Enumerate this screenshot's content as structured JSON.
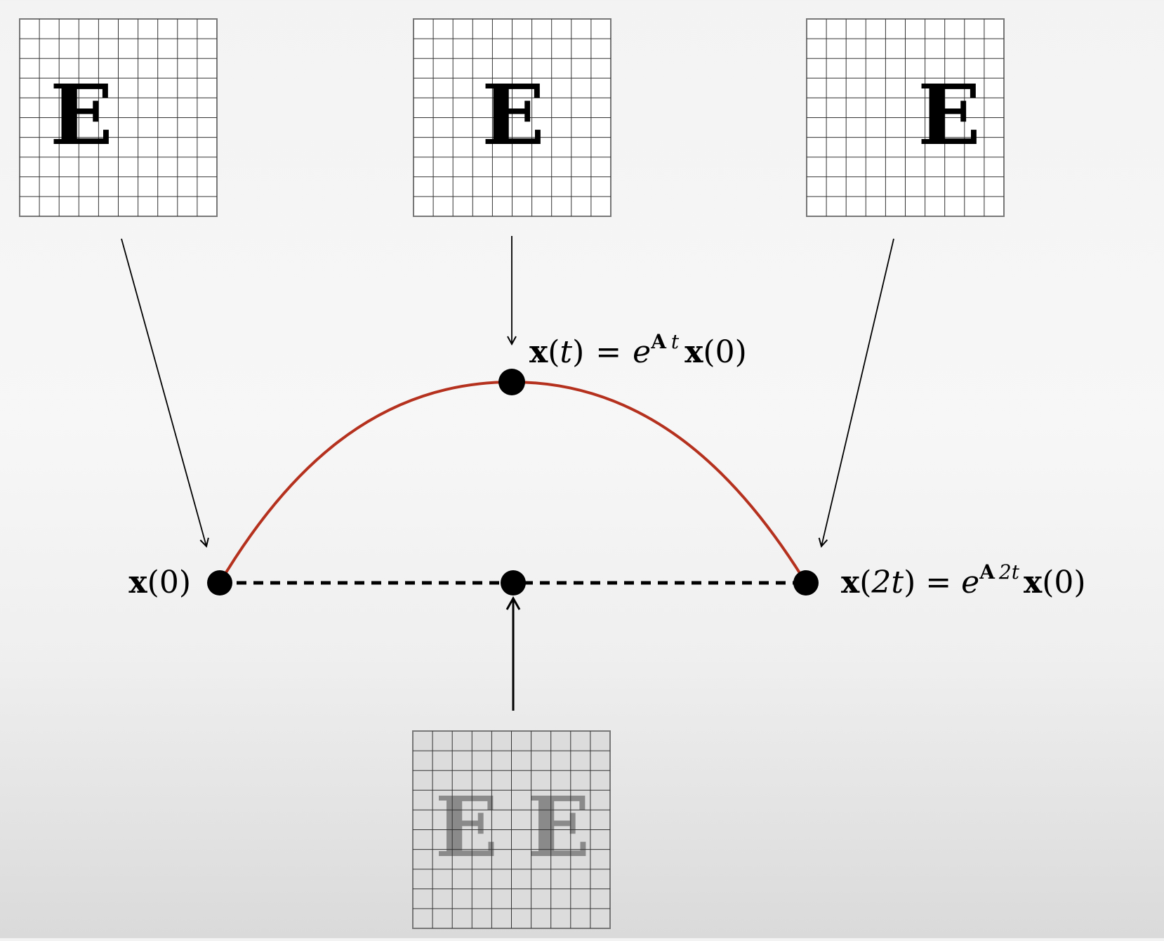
{
  "panels": [
    {
      "id": "left",
      "letter": "E",
      "faded": false
    },
    {
      "id": "middle",
      "letter": "E",
      "faded": false
    },
    {
      "id": "right",
      "letter": "E",
      "faded": false
    },
    {
      "id": "bottom",
      "letter": "E E",
      "faded": true
    }
  ],
  "labels": {
    "x0": {
      "var": "x",
      "open": "(",
      "arg": "0",
      "close": ")"
    },
    "xt": {
      "lhs_var": "x",
      "lhs_open": "(",
      "lhs_arg": "t",
      "lhs_close": ")",
      "eq": "=",
      "exp_base": "e",
      "exp_mat": "A",
      "exp_sup": "t",
      "rhs_var": "x",
      "rhs_open": "(",
      "rhs_arg": "0",
      "rhs_close": ")"
    },
    "x2t": {
      "lhs_var": "x",
      "lhs_open": "(",
      "lhs_arg": "2t",
      "lhs_close": ")",
      "eq": "=",
      "exp_base": "e",
      "exp_mat": "A",
      "exp_sup": "2t",
      "rhs_var": "x",
      "rhs_open": "(",
      "rhs_arg": "0",
      "rhs_close": ")"
    }
  },
  "colors": {
    "curve": "#b5311e",
    "dots": "#000000",
    "grid": "#333333",
    "letter": "#000000",
    "letter_faded": "#8a8a8a"
  }
}
